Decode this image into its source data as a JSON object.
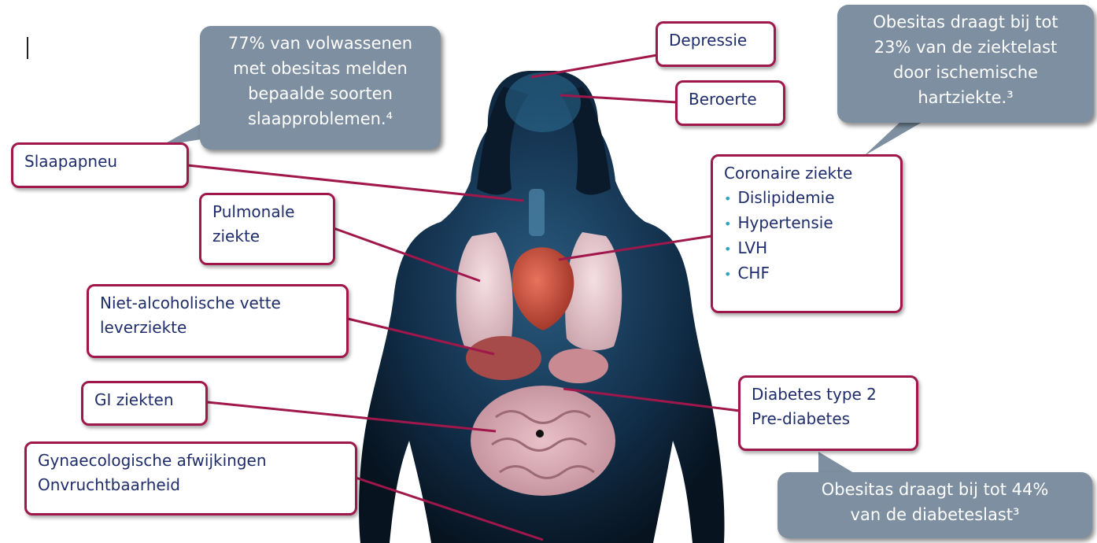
{
  "callouts": {
    "sleep": [
      "77% van volwassenen",
      "met obesitas melden",
      "bepaalde soorten",
      "slaapproblemen.⁴"
    ],
    "heart": [
      "Obesitas draagt bij tot",
      "23% van de ziektelast",
      "door ischemische",
      "hartziekte.³"
    ],
    "diabetes": [
      "Obesitas draagt bij tot 44%",
      "van de diabeteslast³"
    ]
  },
  "labels": {
    "depression": "Depressie",
    "stroke": "Beroerte",
    "sleep_apnea": "Slaapapneu",
    "pulmonary": [
      "Pulmonale",
      "ziekte"
    ],
    "nafld": [
      "Niet-alcoholische vette",
      "leverziekte"
    ],
    "gi": "GI ziekten",
    "gyn": [
      "Gynaecologische afwijkingen",
      "Onvruchtbaarheid"
    ],
    "coronary": {
      "title": "Coronaire ziekte",
      "items": [
        "Dislipidemie",
        "Hypertensie",
        "LVH",
        "CHF"
      ]
    },
    "diabetes": [
      "Diabetes type 2",
      "Pre-diabetes"
    ]
  },
  "colors": {
    "label_border": "#a0174b",
    "label_text": "#1f2d6b",
    "callout_fill": "#7d8fa1",
    "bullet": "#2ea3c4",
    "body_silhouette": "#0d1f33"
  }
}
